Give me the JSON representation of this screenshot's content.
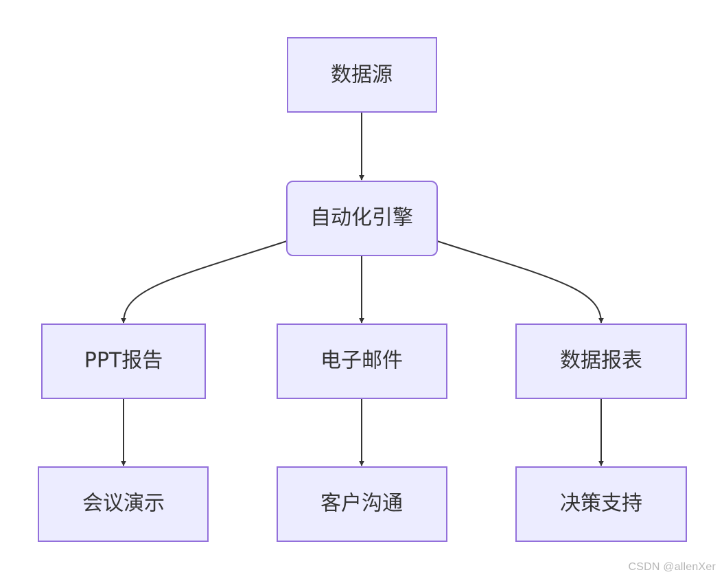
{
  "nodes": {
    "source": "数据源",
    "engine": "自动化引擎",
    "ppt": "PPT报告",
    "email": "电子邮件",
    "report": "数据报表",
    "meeting": "会议演示",
    "customer": "客户沟通",
    "decision": "决策支持"
  },
  "colors": {
    "node_fill": "#ececff",
    "node_stroke": "#9370db",
    "edge": "#333333",
    "text": "#333333"
  },
  "watermark": "CSDN @allenXer"
}
